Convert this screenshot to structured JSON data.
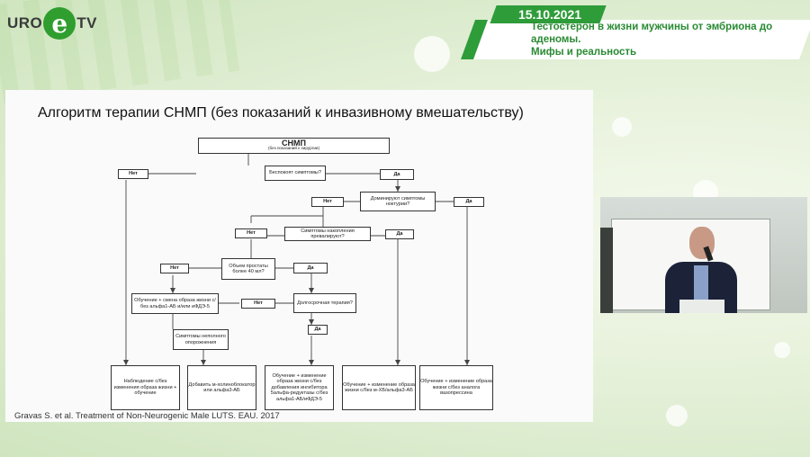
{
  "logo": {
    "left": "URO",
    "right": "TV",
    "mark": "e"
  },
  "banner": {
    "date": "15.10.2021",
    "title_line1": "Тестостерон в жизни мужчины от эмбриона до аденомы.",
    "title_line2": "Мифы и реальность"
  },
  "slide": {
    "title": "Алгоритм терапии СНМП (без показаний к инвазивному вмешательству)",
    "citation": "Gravas S. et al. Treatment of Non-Neurogenic Male LUTS. EAU. 2017",
    "flow": {
      "start": "СНМП",
      "start_sub": "(без показаний к хирургии)",
      "q_bother": "Беспокоят симптомы?",
      "no1": "Нет",
      "yes1": "Да",
      "q_nocturia": "Доминируют симптомы ноктурии?",
      "no2": "Нет",
      "yes2": "Да",
      "q_storage": "Симптомы накопления превалируют?",
      "no3": "Нет",
      "yes3": "Да",
      "q_volume": "Объем простаты более 40 мл?",
      "no4": "Нет",
      "yes4": "Да",
      "edu_change": "Обучение + смена образа жизни с/без альфа1-АБ и/или иФДЭ-5",
      "no5": "Нет",
      "q_longterm": "Долгосрочная терапия?",
      "yes5": "Да",
      "residual": "Симптомы неполного опорожнения",
      "out1": "Наблюдение с/без изменения образа жизни + обучение",
      "out2": "Добавить м-холиноблокатор или альфа3-АБ",
      "out3": "Обучение + изменение образа жизни с/без добавления ингибитора 5альфа-редуктазы с/без альфа1-АБ/иФДЭ-5",
      "out4": "Обучение + изменение образа жизни с/без м-ХБ/альфа3-АБ",
      "out5": "Обучение + изменение образа жизни с/без аналога вазопрессина"
    }
  },
  "colors": {
    "accent": "#2f9c3a",
    "brand_text": "#2a8a33"
  },
  "icons": {
    "logo": "uro-e-tv-logo"
  }
}
